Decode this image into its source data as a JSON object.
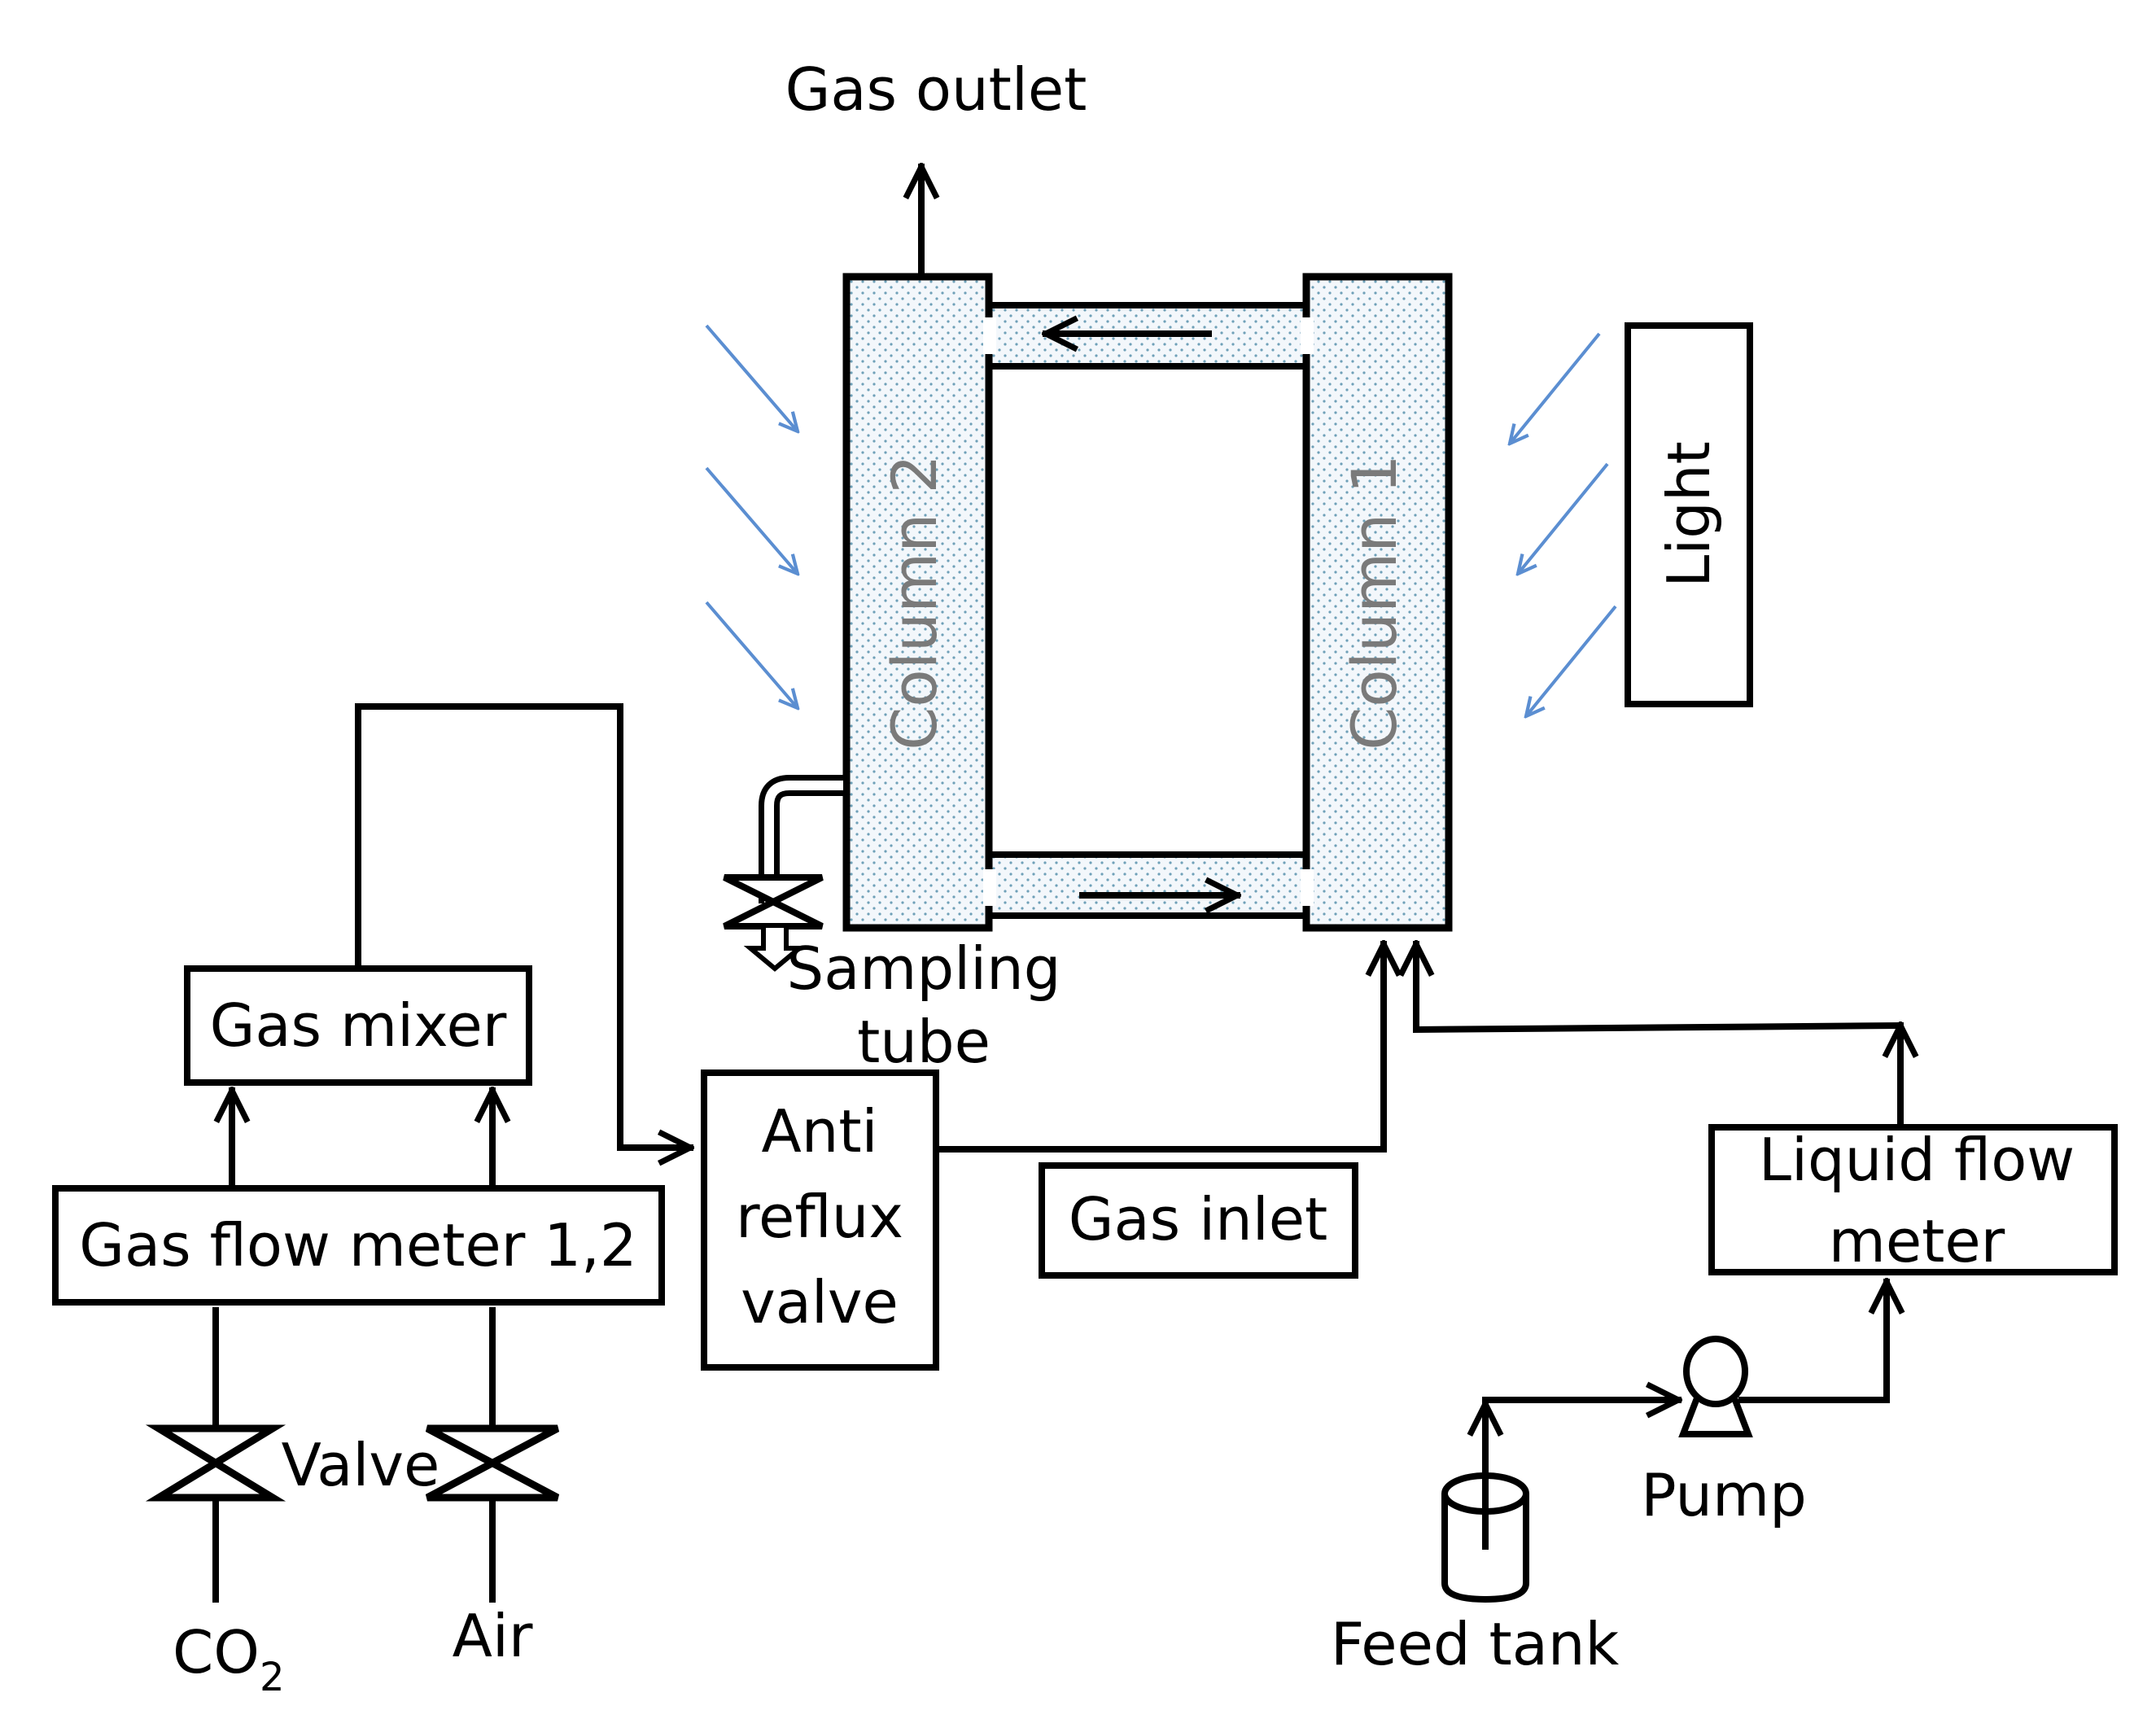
{
  "labels": {
    "gas_outlet": "Gas outlet",
    "column_2": "Column 2",
    "column_1": "Column 1",
    "light": "Light",
    "sampling_line1": "Sampling",
    "sampling_line2": "tube",
    "gas_mixer": "Gas mixer",
    "gas_flow_meter": "Gas flow meter 1,2",
    "anti_line1": "Anti",
    "anti_line2": "reflux",
    "anti_line3": "valve",
    "gas_inlet": "Gas inlet",
    "liquid_line1": "Liquid flow",
    "liquid_line2": "meter",
    "valve": "Valve",
    "co2_base": "CO",
    "co2_sub": "2",
    "air": "Air",
    "pump": "Pump",
    "feed_tank": "Feed tank"
  },
  "colors": {
    "line": "#000000",
    "light_arrow": "#5b8ed1",
    "column_text": "#7a7a7a"
  }
}
